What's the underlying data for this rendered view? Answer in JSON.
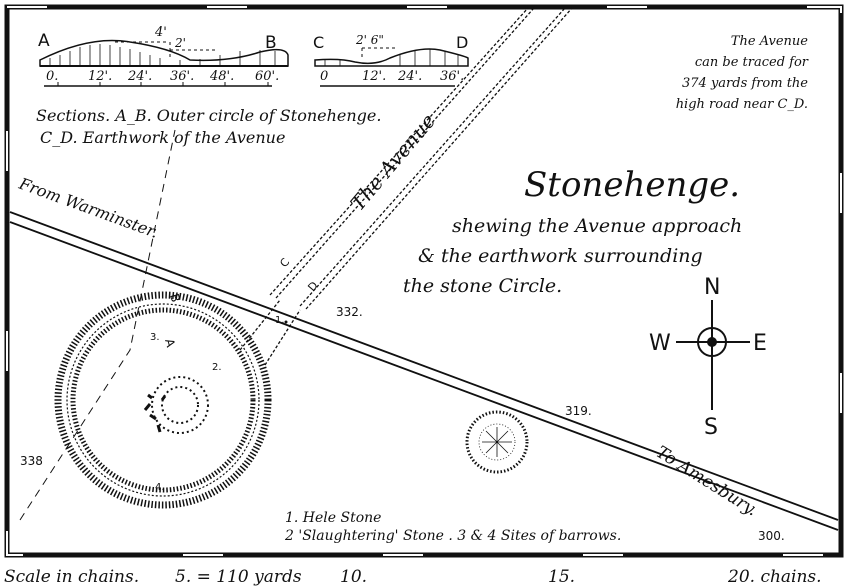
{
  "title": "Stonehenge.",
  "subtitle_lines": [
    "shewing the Avenue approach",
    "& the earthwork surrounding",
    "the stone Circle."
  ],
  "avenue_note_lines": [
    "The Avenue",
    "can be traced for",
    "374 yards from the",
    "high road near C_D."
  ],
  "sections": {
    "ab": {
      "start": "A",
      "end": "B",
      "height_1": "4'",
      "height_2": "2'",
      "ticks": [
        "0.",
        "12'.",
        "24'.",
        "36'.",
        "48'.",
        "60'."
      ]
    },
    "cd": {
      "start": "C",
      "end": "D",
      "height": "2' 6\"",
      "ticks": [
        "0",
        "12'.",
        "24'.",
        "36'."
      ]
    },
    "caption_1": "Sections. A_B. Outer circle of Stonehenge.",
    "caption_2": "C_D. Earthwork of the Avenue"
  },
  "labels": {
    "avenue": "The Avenue",
    "from_warminster": "From Warminster.",
    "to_amesbury": "To Amesbury.",
    "c": "C",
    "d": "D",
    "a": "A",
    "b": "B",
    "site_1": "1.",
    "site_2": "2.",
    "site_3": "3.",
    "site_4": "4."
  },
  "elevations": [
    "332.",
    "319.",
    "338",
    "300."
  ],
  "compass": {
    "n": "N",
    "s": "S",
    "e": "E",
    "w": "W"
  },
  "legend": {
    "line_1": "1. Hele Stone",
    "line_2": "2 'Slaughtering' Stone . 3 & 4 Sites of barrows."
  },
  "scale": {
    "label": "Scale in chains.",
    "five": "5. = 110 yards",
    "ten": "10.",
    "fifteen": "15.",
    "twenty": "20. chains."
  }
}
